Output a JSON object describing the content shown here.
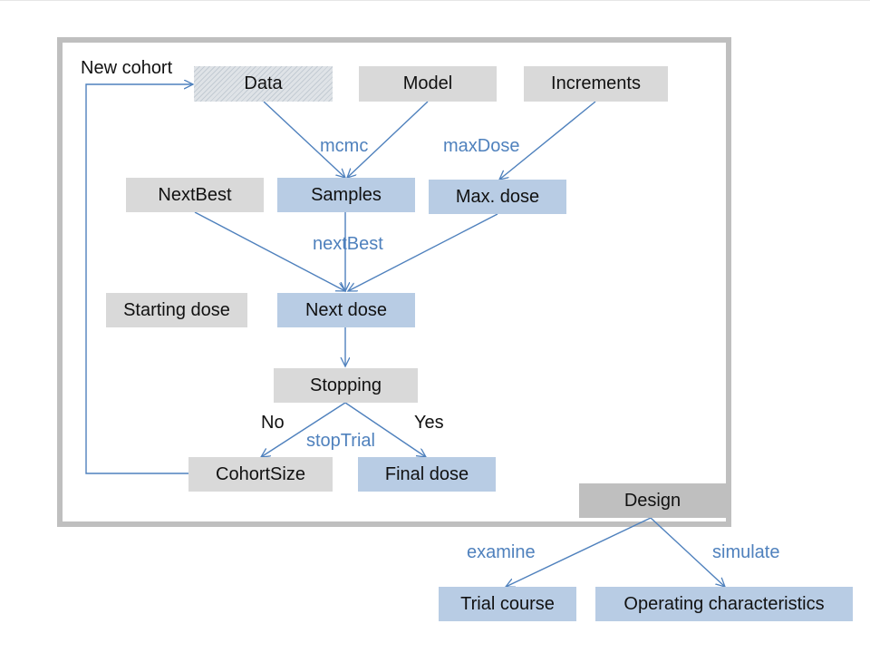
{
  "nodes": {
    "data": "Data",
    "model": "Model",
    "increments": "Increments",
    "nextbest": "NextBest",
    "samples": "Samples",
    "maxdose": "Max. dose",
    "startingdose": "Starting dose",
    "nextdose": "Next dose",
    "stopping": "Stopping",
    "cohortsize": "CohortSize",
    "finaldose": "Final dose",
    "design": "Design",
    "trialcourse": "Trial course",
    "operating": "Operating characteristics"
  },
  "edge_labels": {
    "mcmc": "mcmc",
    "maxDose": "maxDose",
    "nextBest": "nextBest",
    "stopTrial": "stopTrial",
    "no": "No",
    "yes": "Yes",
    "new_cohort": "New cohort",
    "examine": "examine",
    "simulate": "simulate"
  },
  "colors": {
    "grey_box": "#d9d9d9",
    "blue_box": "#b8cce4",
    "frame": "#bfbfbf",
    "arrow": "#4f81bd"
  }
}
